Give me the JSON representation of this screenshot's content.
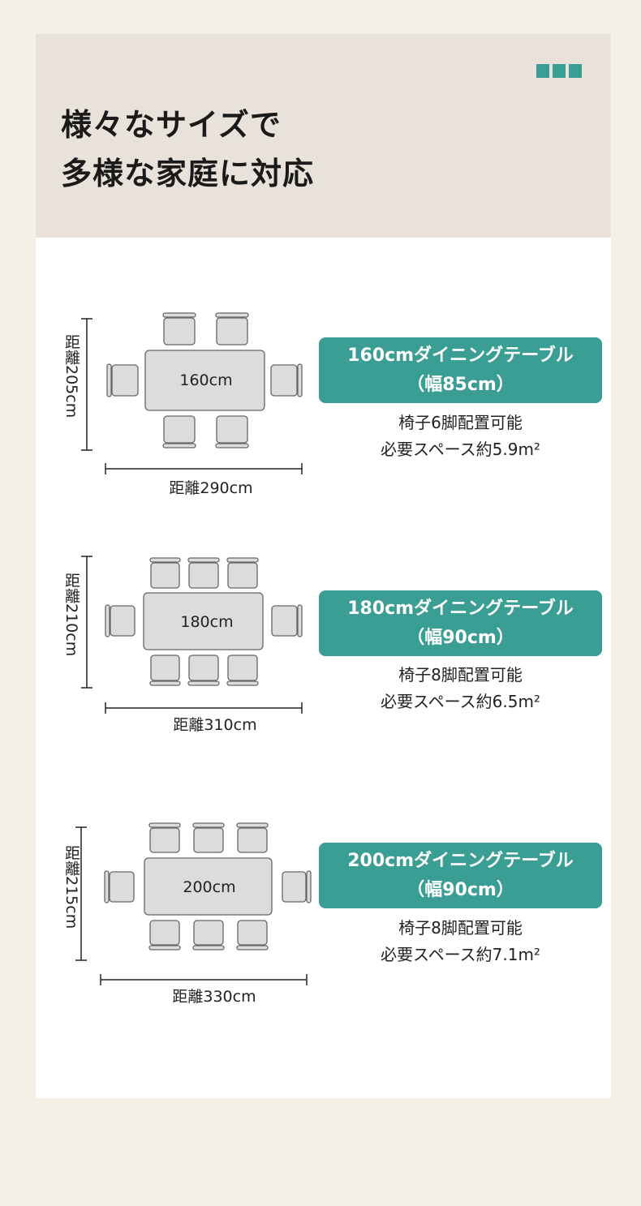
{
  "header": {
    "title_lines": [
      "様々なサイズで",
      "多様な家庭に対応"
    ]
  },
  "colors": {
    "accent": "#3a9e94",
    "header_bg": "#e8e2da",
    "page_bg": "#f4f0e5"
  },
  "tables": [
    {
      "table_label": "160cm",
      "depth_label": "距離205cm",
      "width_label": "距離290cm",
      "badge_line1": "160cmダイニングテーブル",
      "badge_line2": "（幅85cm）",
      "chairs_text": "椅子6脚配置可能",
      "space_text": "必要スペース約5.9",
      "space_unit": "m²",
      "chairs": 6
    },
    {
      "table_label": "180cm",
      "depth_label": "距離210cm",
      "width_label": "距離310cm",
      "badge_line1": "180cmダイニングテーブル",
      "badge_line2": "（幅90cm）",
      "chairs_text": "椅子8脚配置可能",
      "space_text": "必要スペース約6.5",
      "space_unit": "m²",
      "chairs": 8
    },
    {
      "table_label": "200cm",
      "depth_label": "距離215cm",
      "width_label": "距離330cm",
      "badge_line1": "200cmダイニングテーブル",
      "badge_line2": "（幅90cm）",
      "chairs_text": "椅子8脚配置可能",
      "space_text": "必要スペース約7.1",
      "space_unit": "m²",
      "chairs": 8
    }
  ]
}
